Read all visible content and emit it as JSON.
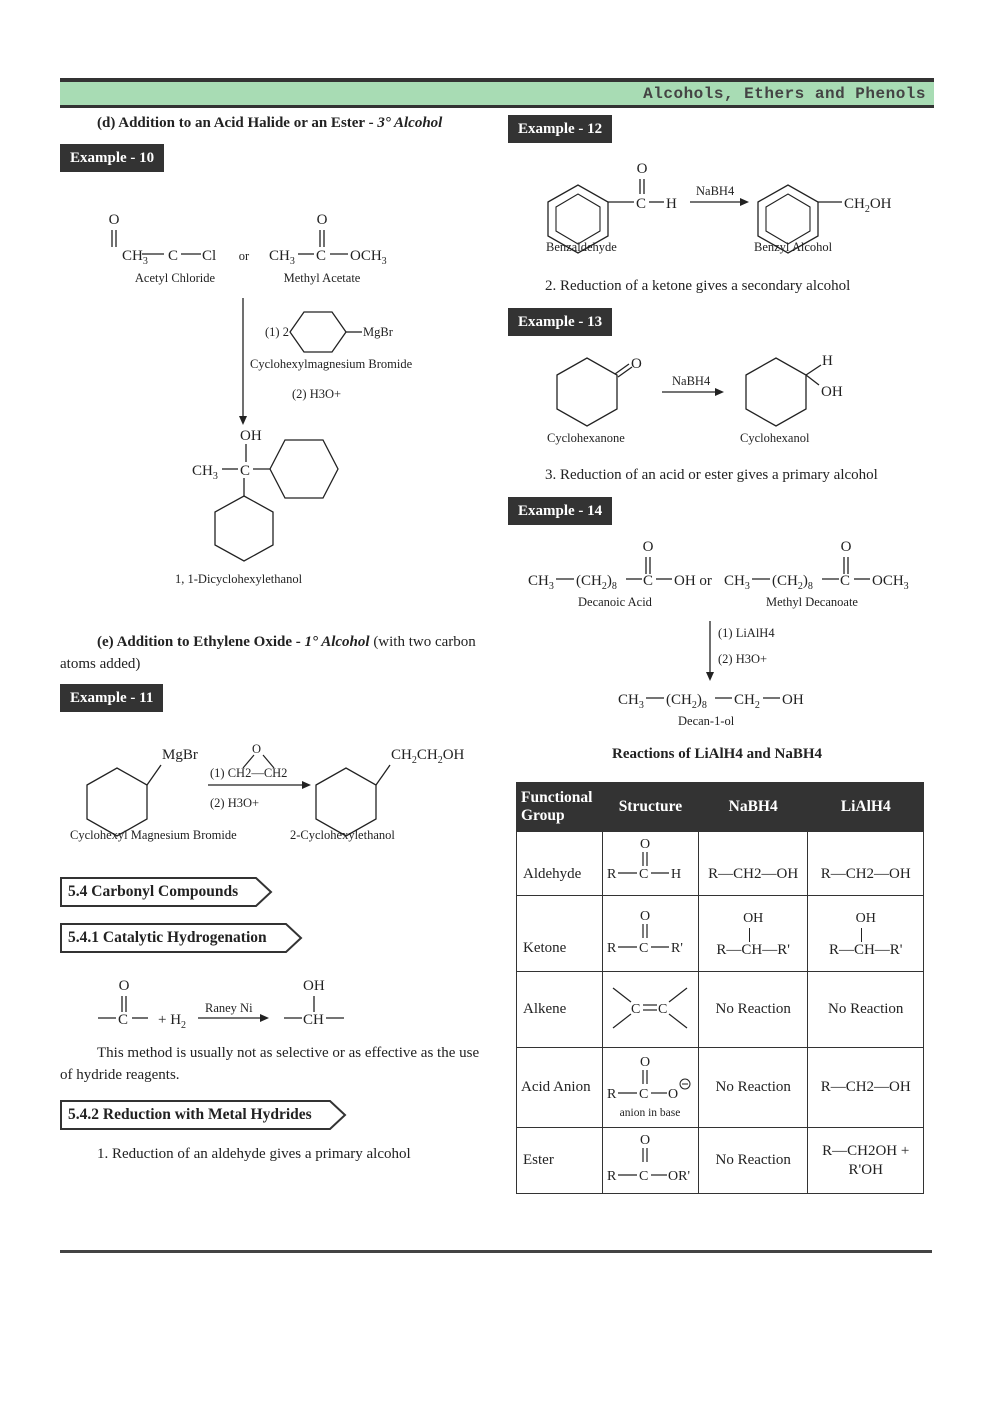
{
  "header": {
    "title": "Alcohols, Ethers and Phenols"
  },
  "left": {
    "sec_d_prefix": "(d) Addition to an Acid Halide or an Ester - ",
    "sec_d_em": "3° Alcohol",
    "ex10": "Example - 10",
    "ex10_lbl_acetyl": "Acetyl Chloride",
    "ex10_lbl_or": "or",
    "ex10_lbl_methylacetate": "Methyl Acetate",
    "ex10_reagent1_prefix": "(1) 2",
    "ex10_reagent1_group": "MgBr",
    "ex10_reagent_name": "Cyclohexylmagnesium Bromide",
    "ex10_reagent2": "(2) H3O+",
    "ex10_product": "1, 1-Dicyclohexylethanol",
    "sec_e_prefix": "(e) Addition to Ethylene Oxide - ",
    "sec_e_em": "1° Alcohol",
    "sec_e_suffix": " (with two carbon",
    "sec_e_line2": "atoms added)",
    "ex11": "Example - 11",
    "ex11_r1": "(1) CH2—CH2",
    "ex11_r2": "(2) H3O+",
    "ex11_lbl_reactant": "Cyclohexyl Magnesium Bromide",
    "ex11_lbl_product": "2-Cyclohexylethanol",
    "sec54": "5.4 Carbonyl Compounds",
    "sec541": "5.4.1 Catalytic Hydrogenation",
    "hydrog_reagent": "Raney Ni",
    "hydrog_text": "This method is usually not as selective or as effective as the use of hydride reagents.",
    "sec542": "5.4.2 Reduction with Metal Hydrides",
    "item1": "1. Reduction of an aldehyde gives a primary alcohol"
  },
  "right": {
    "ex12": "Example - 12",
    "ex12_reagent": "NaBH4",
    "ex12_lbl_reactant": "Benzaldehyde",
    "ex12_lbl_product": "Benzyl Alcohol",
    "item2": "2. Reduction of a ketone gives a secondary alcohol",
    "ex13": "Example - 13",
    "ex13_reagent": "NaBH4",
    "ex13_lbl_reactant": "Cyclohexanone",
    "ex13_lbl_product": "Cyclohexanol",
    "item3": "3. Reduction of an acid or ester gives a primary alcohol",
    "ex14": "Example - 14",
    "ex14_lbl_acid": "Decanoic Acid",
    "ex14_lbl_ester": "Methyl Decanoate",
    "ex14_r1": "(1) LiAlH4",
    "ex14_r2": "(2) H3O+",
    "ex14_product": "Decan-1-ol",
    "table_title": "Reactions of LiAlH4 and NaBH4"
  },
  "table": {
    "headers": [
      "Functional Group",
      "Structure",
      "NaBH4",
      "LiAlH4"
    ],
    "rows": [
      {
        "group": "Aldehyde",
        "nabh4": "R—CH2—OH",
        "lialh4": "R—CH2—OH"
      },
      {
        "group": "Ketone",
        "nabh4": "R—CH—R'",
        "lialh4": "R—CH—R'"
      },
      {
        "group": "Alkene",
        "nabh4": "No Reaction",
        "lialh4": "No Reaction"
      },
      {
        "group": "Acid Anion",
        "nabh4": "No Reaction",
        "lialh4": "R—CH2—OH",
        "structure_note": "anion in base"
      },
      {
        "group": "Ester",
        "nabh4": "No Reaction",
        "lialh4": "R—CH2OH + R'OH"
      }
    ]
  }
}
